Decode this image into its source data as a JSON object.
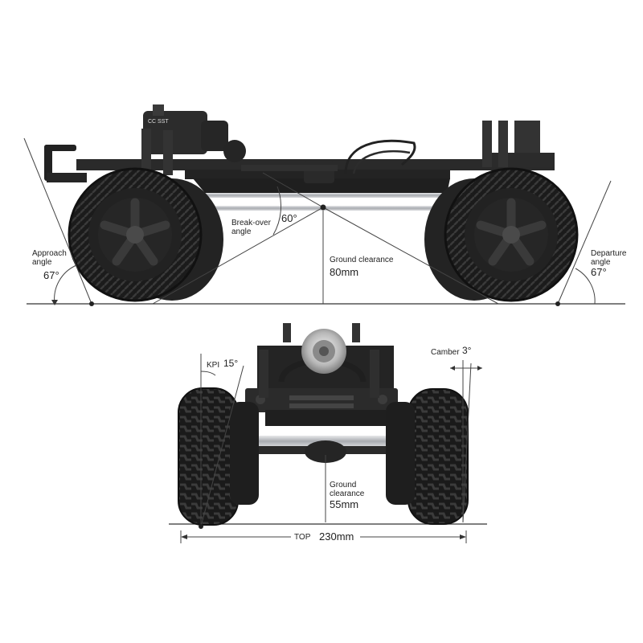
{
  "side_view": {
    "approach_angle": {
      "label_line1": "Approach",
      "label_line2": "angle",
      "value": "67°"
    },
    "breakover_angle": {
      "label_line1": "Break-over",
      "label_line2": "angle",
      "value": "60°"
    },
    "ground_clearance": {
      "label": "Ground clearance",
      "value": "80mm"
    },
    "departure_angle": {
      "label_line1": "Departure",
      "label_line2": "angle",
      "value": "67°"
    },
    "chassis_marking": "CC SST"
  },
  "front_view": {
    "kpi": {
      "label": "KPI",
      "value": "15°"
    },
    "camber": {
      "label": "Camber",
      "value": "3°"
    },
    "ground_clearance": {
      "label_line1": "Ground",
      "label_line2": "clearance",
      "value": "55mm"
    },
    "track_width": {
      "label": "TOP",
      "value": "230mm"
    }
  },
  "colors": {
    "line": "#333333",
    "tire": "#1b1b1b",
    "tread": "#2e2e2e",
    "chassis": "#2a2a2a",
    "silver": "#b9bcc0"
  }
}
